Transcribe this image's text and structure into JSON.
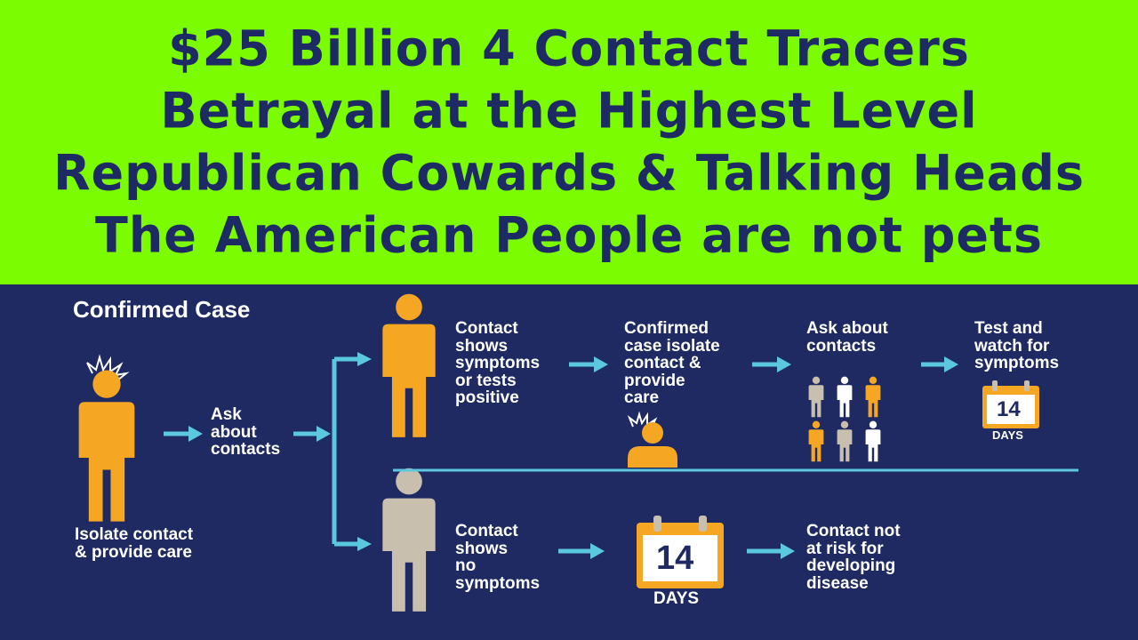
{
  "banner": {
    "lines": [
      "$25 Billion 4 Contact Tracers",
      "Betrayal at the Highest Level",
      "Republican Cowards & Talking Heads",
      "The American People are not pets"
    ]
  },
  "diagram": {
    "title": "Confirmed Case",
    "ask_contacts_left": "Ask\nabout\ncontacts",
    "isolate_label": "Isolate contact\n& provide care",
    "top": {
      "symptoms_label": "Contact\nshows\nsymptoms\nor tests\npositive",
      "isolate_label": "Confirmed\ncase isolate\ncontact &\nprovide\ncare",
      "ask_label": "Ask about\ncontacts",
      "test_label": "Test and\nwatch for\nsymptoms",
      "calendar_number": "14",
      "calendar_unit": "DAYS"
    },
    "bottom": {
      "no_symptoms_label": "Contact\nshows\nno\nsymptoms",
      "calendar_number": "14",
      "calendar_unit": "DAYS",
      "not_at_risk_label": "Contact not\nat risk for\ndeveloping\ndisease"
    },
    "colors": {
      "background": "#1f2a62",
      "orange": "#f5a623",
      "tan": "#c9bfae",
      "white": "#ffffff",
      "arrow": "#5bc8e0",
      "banner": "#7cfc00"
    }
  }
}
